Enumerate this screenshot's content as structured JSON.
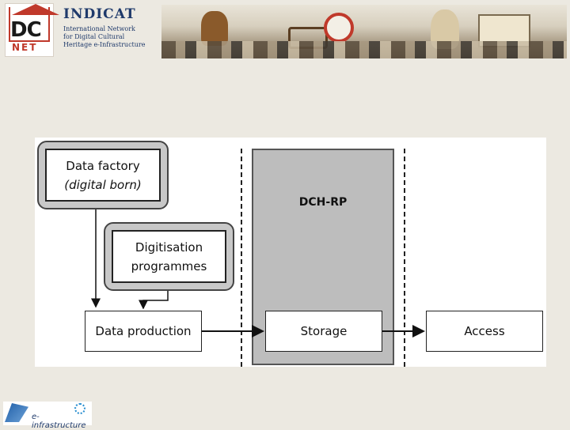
{
  "header": {
    "dcnet_logo": {
      "dc_text": "DC",
      "net_text": "NET"
    },
    "indicat": {
      "brand": "INDICAT",
      "subtitle_lines": [
        "International Network",
        "for Digital Cultural",
        "Heritage e-Infrastructure"
      ]
    }
  },
  "diagram": {
    "data_factory": {
      "line1": "Data factory",
      "line2": "(digital born)"
    },
    "digitisation": {
      "line1": "Digitisation",
      "line2": "programmes"
    },
    "data_production": "Data production",
    "dch_rp": "DCH-RP",
    "storage": "Storage",
    "access": "Access"
  },
  "footer": {
    "einfrastructure": "e-infrastructure"
  },
  "colors": {
    "background": "#ece9e1",
    "dch_fill": "#bdbdbd",
    "panel_fill": "#c8c8c8",
    "logo_red": "#c0392b",
    "brand_blue": "#1f3a6b"
  }
}
